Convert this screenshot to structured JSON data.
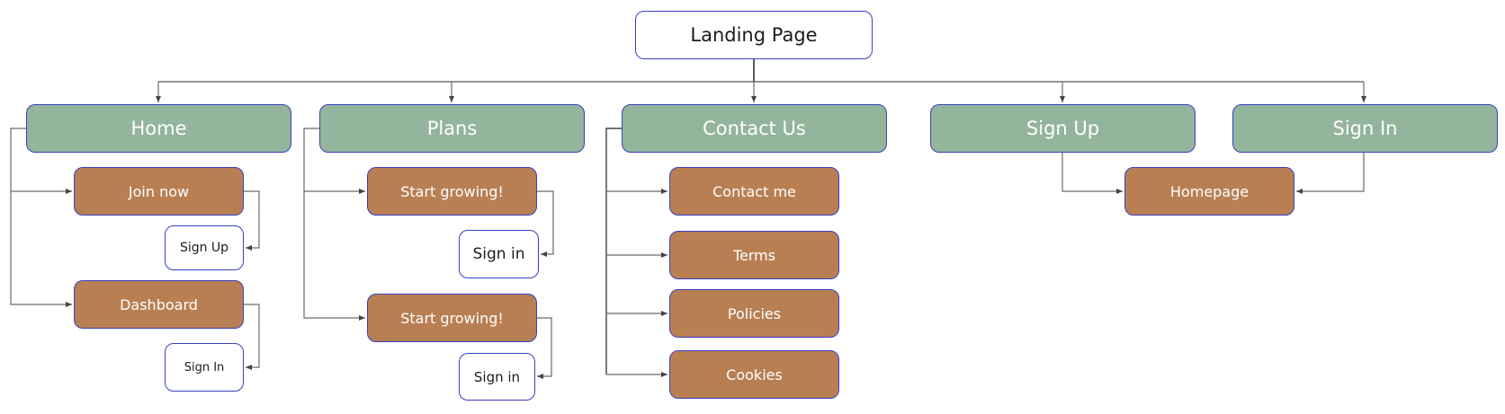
{
  "root": {
    "label": "Landing Page"
  },
  "sections": {
    "home": {
      "label": "Home"
    },
    "plans": {
      "label": "Plans"
    },
    "contact": {
      "label": "Contact Us"
    },
    "signup": {
      "label": "Sign Up"
    },
    "signin": {
      "label": "Sign In"
    }
  },
  "pages": {
    "join_now": {
      "label": "Join now"
    },
    "home_sign_up": {
      "label": "Sign Up"
    },
    "dashboard": {
      "label": "Dashboard"
    },
    "home_sign_in": {
      "label": "Sign In"
    },
    "start_growing_1": {
      "label": "Start growing!"
    },
    "plans_sign_in_1": {
      "label": "Sign in"
    },
    "start_growing_2": {
      "label": "Start growing!"
    },
    "plans_sign_in_2": {
      "label": "Sign in"
    },
    "contact_me": {
      "label": "Contact me"
    },
    "terms": {
      "label": "Terms"
    },
    "policies": {
      "label": "Policies"
    },
    "cookies": {
      "label": "Cookies"
    },
    "homepage": {
      "label": "Homepage"
    }
  },
  "colors": {
    "section_fill": "#93b59b",
    "page_fill": "#b87f53",
    "leaf_fill": "#ffffff",
    "border": "#3b3fc4",
    "connector": "#555555"
  }
}
